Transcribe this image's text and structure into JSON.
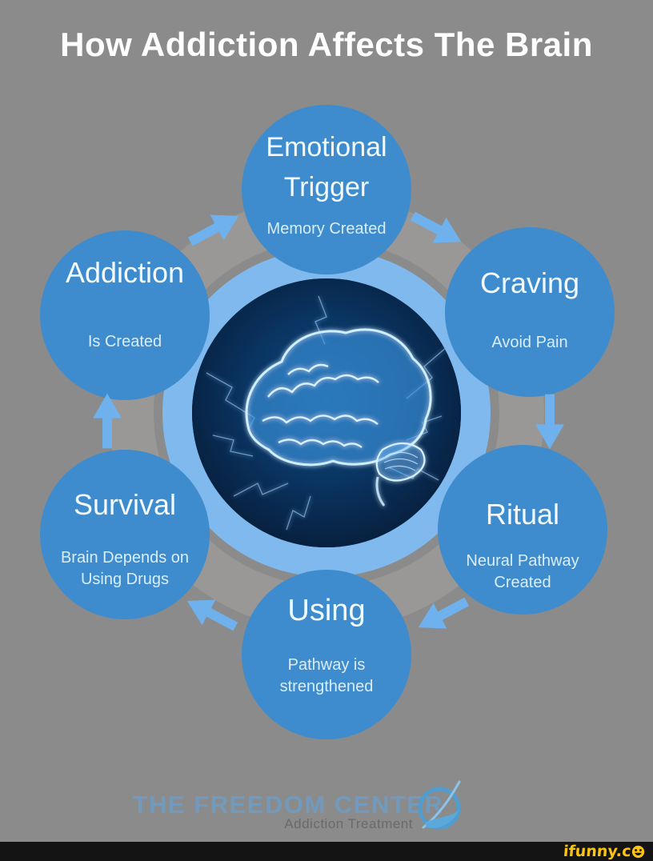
{
  "title": "How Addiction Affects The Brain",
  "colors": {
    "background": "#8b8b8b",
    "stage_circle_blue": "#3e8ccd",
    "ring_blue": "#7fb9ed",
    "arrow_blue": "#6fb1ec",
    "title_text": "#ffffff",
    "footer_brand_blue": "#6c9cc6",
    "watermark_yellow": "#fcc411",
    "bottom_bar_black": "#141414"
  },
  "cycle": {
    "center_image": "glowing-brain-with-lightning",
    "stages": [
      {
        "id": "emotional-trigger",
        "label": "Emotional Trigger",
        "sublabel": "Memory Created"
      },
      {
        "id": "craving",
        "label": "Craving",
        "sublabel": "Avoid Pain"
      },
      {
        "id": "ritual",
        "label": "Ritual",
        "sublabel": "Neural Pathway Created"
      },
      {
        "id": "using",
        "label": "Using",
        "sublabel": "Pathway is strengthened"
      },
      {
        "id": "survival",
        "label": "Survival",
        "sublabel": "Brain Depends on Using Drugs"
      },
      {
        "id": "addiction",
        "label": "Addiction",
        "sublabel": "Is Created"
      }
    ],
    "arrows": [
      {
        "name": "arrow-addiction-to-emotional-trigger",
        "direction": "up-right"
      },
      {
        "name": "arrow-emotional-trigger-to-craving",
        "direction": "down-right"
      },
      {
        "name": "arrow-craving-to-ritual",
        "direction": "down"
      },
      {
        "name": "arrow-ritual-to-using",
        "direction": "down-left"
      },
      {
        "name": "arrow-using-to-survival",
        "direction": "up-left"
      },
      {
        "name": "arrow-survival-to-addiction",
        "direction": "up"
      }
    ]
  },
  "footer": {
    "brand": "THE FREEDOM CENTER",
    "tagline": "Addiction Treatment",
    "logo": "freedom-center-swoosh-logo"
  },
  "watermark": {
    "text": "ifunny.c",
    "smiley": "smiley-face"
  }
}
